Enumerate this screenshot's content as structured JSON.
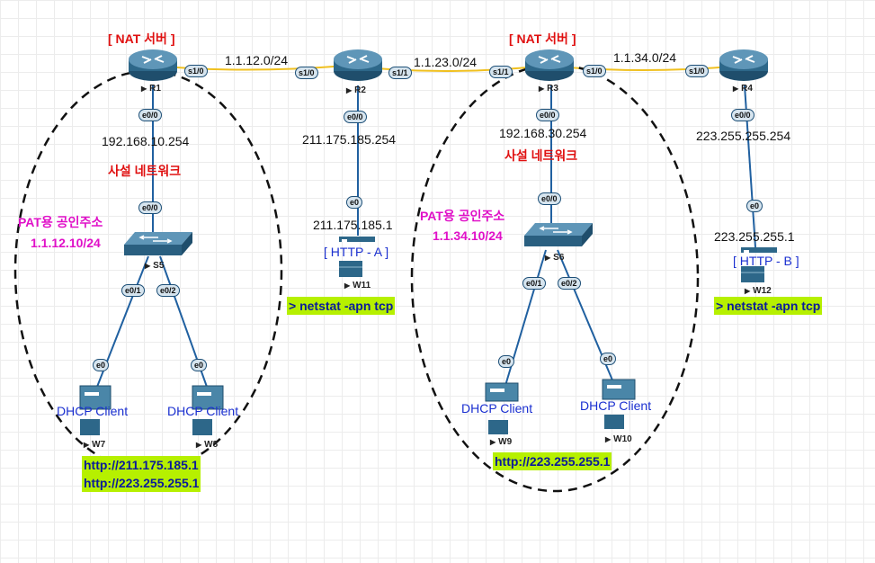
{
  "nat_labels": {
    "r1": "[ NAT 서버 ]",
    "r3": "[ NAT 서버 ]"
  },
  "subnets": {
    "r1_r2": "1.1.12.0/24",
    "r2_r3": "1.1.23.0/24",
    "r3_r4": "1.1.34.0/24"
  },
  "routers": {
    "r1": "R1",
    "r2": "R2",
    "r3": "R3",
    "r4": "R4"
  },
  "switches": {
    "s5": "S5",
    "s6": "S6"
  },
  "hosts": {
    "w7": "W7",
    "w8": "W8",
    "w9": "W9",
    "w10": "W10",
    "w11": "W11",
    "w12": "W12"
  },
  "ports": {
    "r1_s10": "s1/0",
    "r2_s10": "s1/0",
    "r2_s11": "s1/1",
    "r3_s11": "s1/1",
    "r3_s10": "s1/0",
    "r4_s10": "s1/0",
    "e00": "e0/0",
    "e01": "e0/1",
    "e02": "e0/2",
    "e0": "e0"
  },
  "ips": {
    "r1_lan": "192.168.10.254",
    "r2_lan": "211.175.185.254",
    "r3_lan": "192.168.30.254",
    "r4_lan": "223.255.255.254",
    "w11": "211.175.185.1",
    "w12": "223.255.255.1"
  },
  "labels": {
    "private_net": "사설 네트워크",
    "pat_public": "PAT용 공인주소",
    "r1_pat_addr": "1.1.12.10/24",
    "r3_pat_addr": "1.1.34.10/24",
    "dhcp_client": "DHCP Client",
    "http_a": "[ HTTP - A ]",
    "http_b": "[ HTTP - B ]"
  },
  "highlights": {
    "netstat": "> netstat -apn tcp",
    "url_a": "http://211.175.185.1",
    "url_b": "http://223.255.255.1"
  },
  "colors": {
    "serial_link": "#f0c020",
    "ethernet_link": "#2060a0",
    "router_body": "#3b6f8f",
    "highlight_bg": "#b6f000"
  }
}
